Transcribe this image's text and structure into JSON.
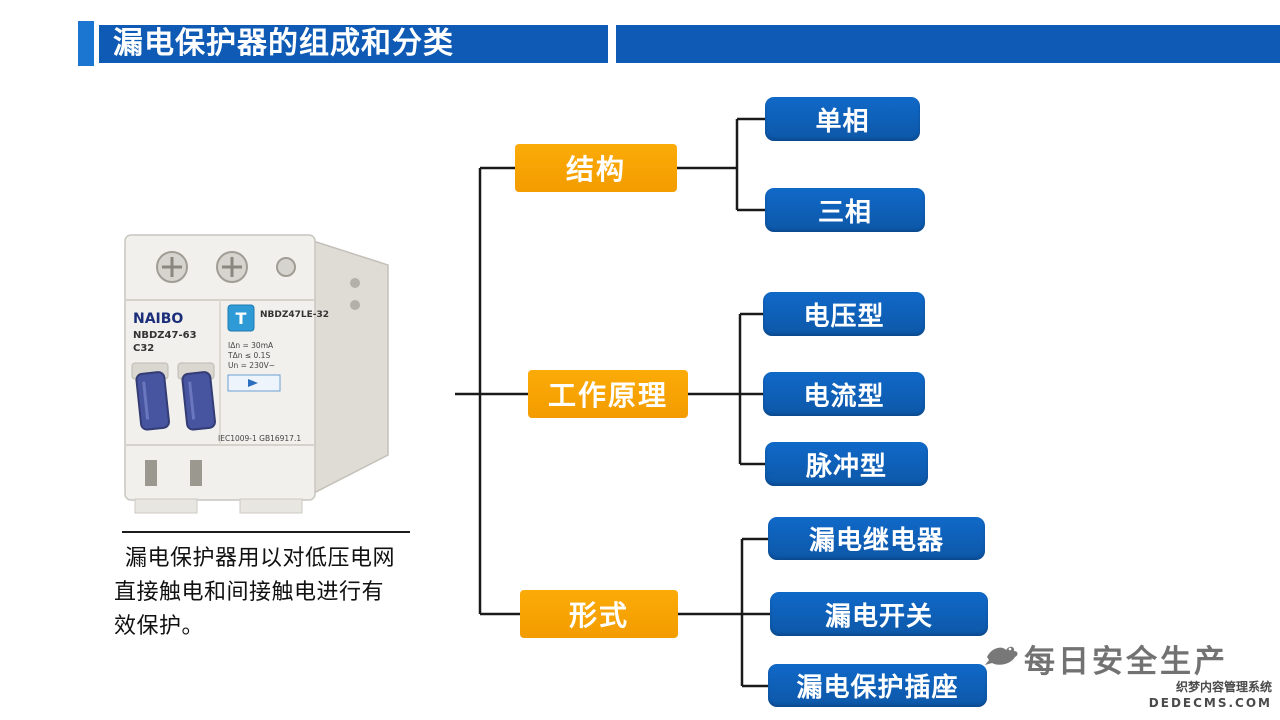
{
  "colors": {
    "title_blue": "#0e5ab4",
    "accent_blue": "#1b76d2",
    "node_blue": "#0d62c2",
    "branch_yellow": "#f8a200",
    "connector_black": "#1a1a1a"
  },
  "header": {
    "title": "漏电保护器的组成和分类"
  },
  "tree": {
    "branches": [
      {
        "label": "结构",
        "children": [
          "单相",
          "三相"
        ]
      },
      {
        "label": "工作原理",
        "children": [
          "电压型",
          "电流型",
          "脉冲型"
        ]
      },
      {
        "label": "形式",
        "children": [
          "漏电继电器",
          "漏电开关",
          "漏电保护插座"
        ]
      }
    ]
  },
  "device": {
    "brand": "NAIBO",
    "model": "NBDZ47-63",
    "rating": "C32",
    "model2": "NBDZ47LE-32",
    "test_button": "T",
    "spec_line1": "IΔn = 30mA",
    "spec_line2": "TΔn ≤ 0.1S",
    "spec_line3": "Un = 230V~",
    "standard": "IEC1009-1 GB16917.1"
  },
  "caption": {
    "text": "漏电保护器用以对低压电网直接触电和间接触电进行有效保护。"
  },
  "watermark": {
    "brand": "每日安全生产",
    "cms_name": "织梦内容管理系统",
    "cms_domain": "DEDECMS.COM"
  }
}
